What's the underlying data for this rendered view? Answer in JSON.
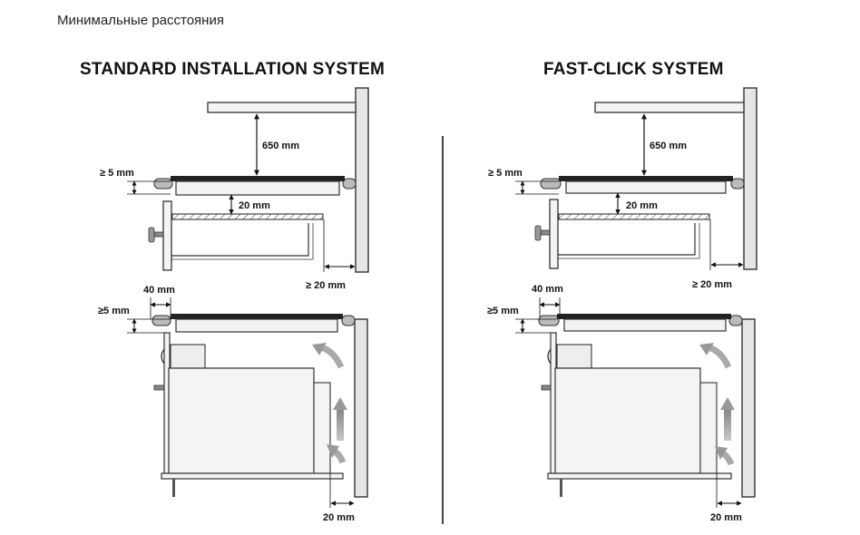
{
  "page": {
    "heading": "Минимальные расстояния"
  },
  "systems": [
    {
      "title": "STANDARD INSTALLATION SYSTEM",
      "top_view": {
        "hood_gap": "650 mm",
        "side_gap": "≥ 5 mm",
        "below_gap": "20 mm",
        "rear_gap": "≥ 20 mm"
      },
      "oven_view": {
        "front_gap": "40 mm",
        "side_gap": "≥5 mm",
        "rear_gap": "20 mm"
      }
    },
    {
      "title": "FAST-CLICK SYSTEM",
      "top_view": {
        "hood_gap": "650 mm",
        "side_gap": "≥ 5 mm",
        "below_gap": "20 mm",
        "rear_gap": "≥ 20 mm"
      },
      "oven_view": {
        "front_gap": "40 mm",
        "side_gap": "≥5 mm",
        "rear_gap": "20 mm"
      }
    }
  ]
}
